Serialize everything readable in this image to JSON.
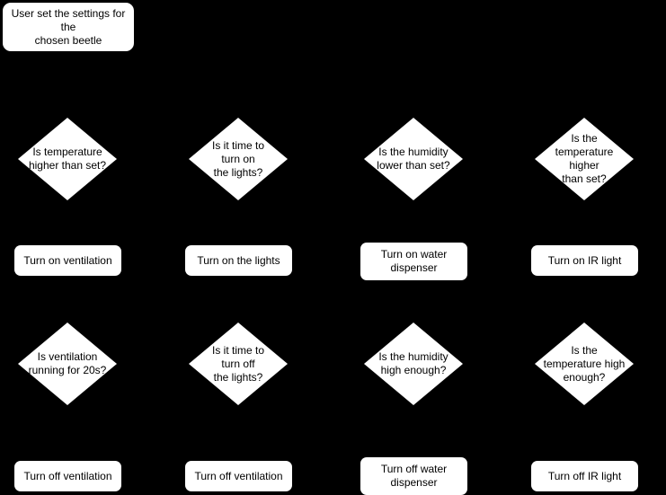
{
  "diagram": {
    "colors": {
      "background": "#000000",
      "node_fill": "#ffffff",
      "node_text": "#000000"
    },
    "start_node": {
      "label": "User set the settings for the\nchosen beetle"
    },
    "columns": [
      {
        "decision_on": "Is temperature\nhigher than set?",
        "action_on": "Turn on ventilation",
        "decision_off": "Is ventilation\nrunning for 20s?",
        "action_off": "Turn off ventilation"
      },
      {
        "decision_on": "Is it time to\nturn on\nthe lights?",
        "action_on": "Turn on the lights",
        "decision_off": "Is it time to\nturn off\nthe lights?",
        "action_off": "Turn off ventilation"
      },
      {
        "decision_on": "Is the humidity\nlower than set?",
        "action_on": "Turn on water\ndispenser",
        "decision_off": "Is the humidity\nhigh enough?",
        "action_off": "Turn off water\ndispenser"
      },
      {
        "decision_on": "Is the\ntemperature\nhigher\nthan set?",
        "action_on": "Turn on IR light",
        "decision_off": "Is the\ntemperature high\nenough?",
        "action_off": "Turn off IR light"
      }
    ]
  }
}
